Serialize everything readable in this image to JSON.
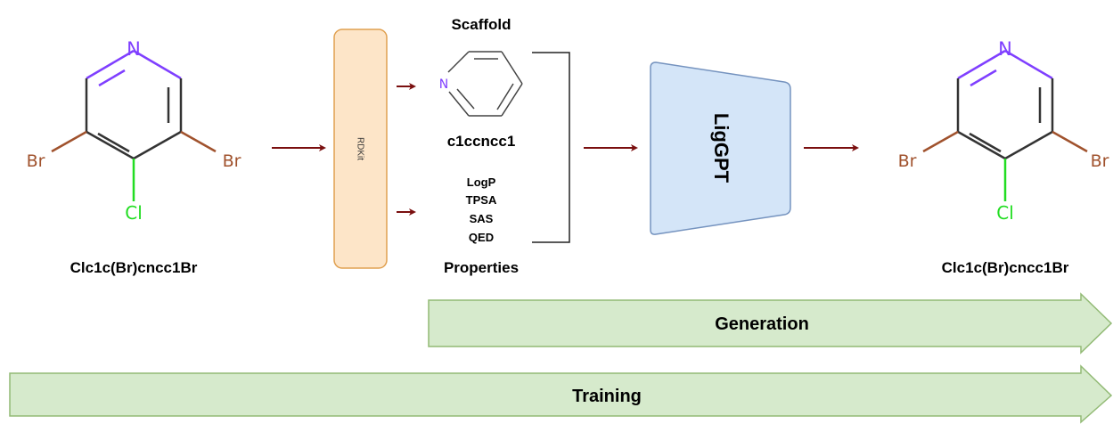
{
  "input_molecule": {
    "smiles": "Clc1c(Br)cncc1Br",
    "atoms": {
      "n": "N",
      "br_left": "Br",
      "br_right": "Br",
      "cl": "Cl"
    }
  },
  "rdkit": {
    "label": "RDKit"
  },
  "scaffold": {
    "title": "Scaffold",
    "smiles": "c1ccncc1",
    "atom_n": "N"
  },
  "properties": {
    "items": [
      "LogP",
      "TPSA",
      "SAS",
      "QED"
    ],
    "title": "Properties"
  },
  "model": {
    "label": "LigGPT"
  },
  "output_molecule": {
    "smiles": "Clc1c(Br)cncc1Br",
    "atoms": {
      "n": "N",
      "br_left": "Br",
      "br_right": "Br",
      "cl": "Cl"
    }
  },
  "arrows": {
    "generation": "Generation",
    "training": "Training"
  },
  "colors": {
    "nitrogen": "#7f3fff",
    "bromine": "#a0522d",
    "chlorine": "#22dd22",
    "arrow": "#7a0f0f",
    "rdkit_fill": "#fde5c8",
    "rdkit_stroke": "#e0a050",
    "model_fill": "#d4e5f8",
    "model_stroke": "#7593bf",
    "process_fill": "#d6eacc",
    "process_stroke": "#92ba75"
  }
}
